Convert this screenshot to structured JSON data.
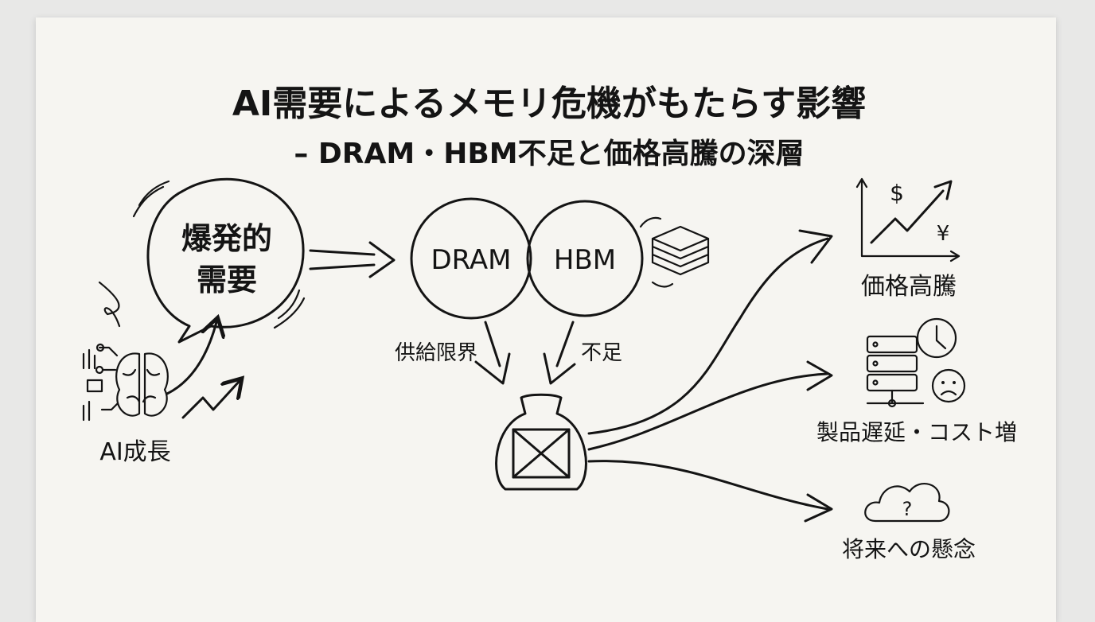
{
  "title": {
    "line1": "AI需要によるメモリ危機がもたらす影響",
    "line2": "– DRAM・HBM不足と価格高騰の深層"
  },
  "left": {
    "bubble_line1": "爆発的",
    "bubble_line2": "需要",
    "ai_growth_label": "AI成長"
  },
  "center": {
    "dram_label": "DRAM",
    "hbm_label": "HBM",
    "supply_limit_label": "供給限界",
    "shortage_label": "不足"
  },
  "outcomes": [
    {
      "label": "価格高騰",
      "icon": "price-chart-icon",
      "currency_1": "$",
      "currency_2": "¥"
    },
    {
      "label": "製品遅延・コスト増",
      "icon": "server-clock-sad-icon"
    },
    {
      "label": "将来への懸念",
      "icon": "cloud-question-icon",
      "symbol": "?"
    }
  ],
  "colors": {
    "ink": "#141414",
    "paper": "#f6f5f1",
    "background": "#e8e8e7"
  }
}
